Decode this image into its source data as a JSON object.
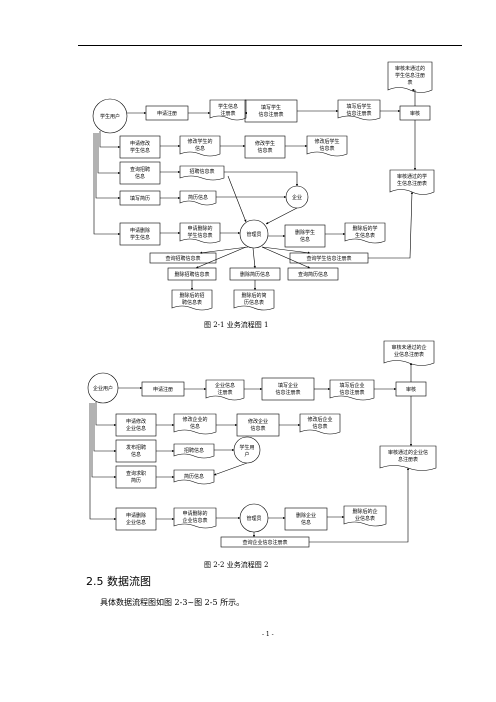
{
  "figure1": {
    "caption": "图 2-1 业务流程图 1",
    "nodes": {
      "student_user": "学生用户",
      "apply_register": "申请注册",
      "student_info_reg_table": [
        "学生信息",
        "注册表"
      ],
      "fill_student_info": [
        "填写学生",
        "信息注册表"
      ],
      "filled_student_info": [
        "填写后学生",
        "信息注册表"
      ],
      "review": "审核",
      "unapproved_reg": [
        "审核未通过的",
        "学生信息注册",
        "表"
      ],
      "approved_reg": [
        "审核通过的学",
        "生信息注册表"
      ],
      "apply_modify": [
        "申请修改",
        "学生信息"
      ],
      "modify_student_info_doc": [
        "修改学生的",
        "信息"
      ],
      "modify_student_info": [
        "修改学生",
        "信息表"
      ],
      "modified_student_info": [
        "修改后学生",
        "信息表"
      ],
      "query_recruit": [
        "查询招聘",
        "信息"
      ],
      "recruit_info_table": "招聘信息表",
      "fill_resume": "填写简历",
      "resume_info": "简历信息",
      "enterprise": "企业",
      "apply_delete": [
        "申请删除",
        "学生信息"
      ],
      "apply_delete_doc": [
        "申请删除的",
        "学生信息表"
      ],
      "admin": "管理员",
      "delete_student_info": [
        "删除学生",
        "信息"
      ],
      "deleted_student_info": [
        "删除后的学",
        "生信息表"
      ],
      "query_recruit_table": "查询招聘信息表",
      "query_student_reg": "查询学生信息注册表",
      "delete_recruit_info": "删除招聘信息表",
      "delete_resume_info": "删除简历信息",
      "query_resume_info": "查询简历信息",
      "deleted_recruit_info": [
        "删除后的招",
        "聘信息表"
      ],
      "deleted_resume_info": [
        "删除后的简",
        "历信息表"
      ]
    }
  },
  "figure2": {
    "caption": "图 2-2 业务流程图 2",
    "nodes": {
      "enterprise_user": "企业用户",
      "apply_register": "申请注册",
      "ent_info_reg_table": [
        "企业信息",
        "注册表"
      ],
      "fill_ent_info": [
        "填写企业",
        "信息注册表"
      ],
      "filled_ent_info": [
        "填写后企业",
        "信息注册表"
      ],
      "review": "审核",
      "unapproved_reg": [
        "审核未通过的企",
        "业信息注册表"
      ],
      "approved_reg": [
        "审核通过的企业信",
        "息注册表"
      ],
      "apply_modify": [
        "申请修改",
        "企业信息"
      ],
      "modify_ent_info_doc": [
        "修改企业的",
        "信息"
      ],
      "modify_ent_info": [
        "修改企业",
        "信息表"
      ],
      "modified_ent_info": [
        "修改后企业",
        "信息表"
      ],
      "publish_recruit": [
        "发布招聘",
        "信息"
      ],
      "recruit_info": "招聘信息",
      "student_user": [
        "学生用",
        "户"
      ],
      "query_resume": [
        "查询求职",
        "简历"
      ],
      "resume_info": "简历信息",
      "apply_delete": [
        "申请删除",
        "企业信息"
      ],
      "apply_delete_doc": [
        "申请删除的",
        "企业信息表"
      ],
      "admin": "管理员",
      "delete_ent_info": [
        "删除企业",
        "信息"
      ],
      "deleted_ent_info": [
        "删除后的企",
        "业信息表"
      ],
      "query_ent_reg": "查询企业信息注册表"
    }
  },
  "section_heading": "2.5 数据流图",
  "body_text": "具体数据流程图如图 2-3~图 2-5 所示。",
  "page_number": "- 1 -"
}
